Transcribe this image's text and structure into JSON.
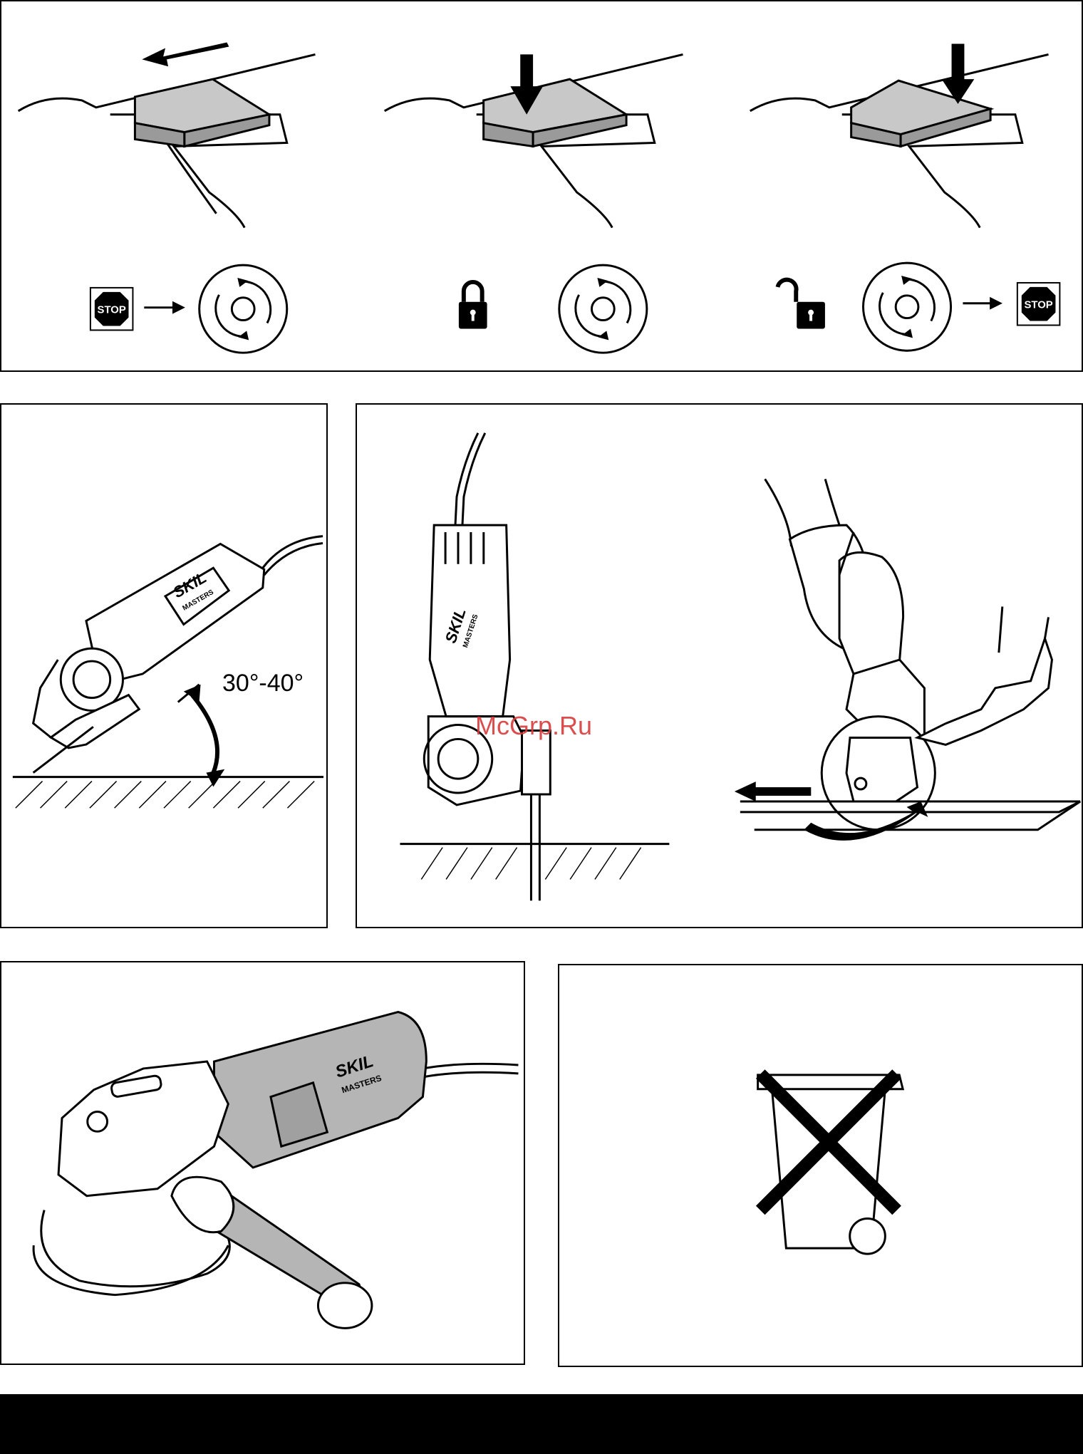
{
  "switch_panel": {
    "stop_label": "STOP",
    "stop_label_end": "STOP"
  },
  "angle_panel": {
    "angle_label": "30°-40°",
    "brand_name": "SKIL",
    "brand_sub": "MASTERS"
  },
  "cut_panel": {
    "watermark": "McGrp.Ru",
    "brand_name": "SKIL",
    "brand_sub": "MASTERS"
  },
  "tool_panel": {
    "brand_name": "SKIL",
    "brand_sub": "MASTERS"
  },
  "colors": {
    "line": "#000000",
    "switch_fill": "#c8c8c8",
    "tool_fill": "#b5b5b5",
    "watermark": "#d73b3b",
    "footer": "#000000"
  },
  "icons": [
    "stop-sign-icon",
    "arrow-right-icon",
    "rotation-circle-icon",
    "lock-closed-icon",
    "lock-open-icon",
    "arrow-left-icon",
    "crossed-bin-icon"
  ]
}
